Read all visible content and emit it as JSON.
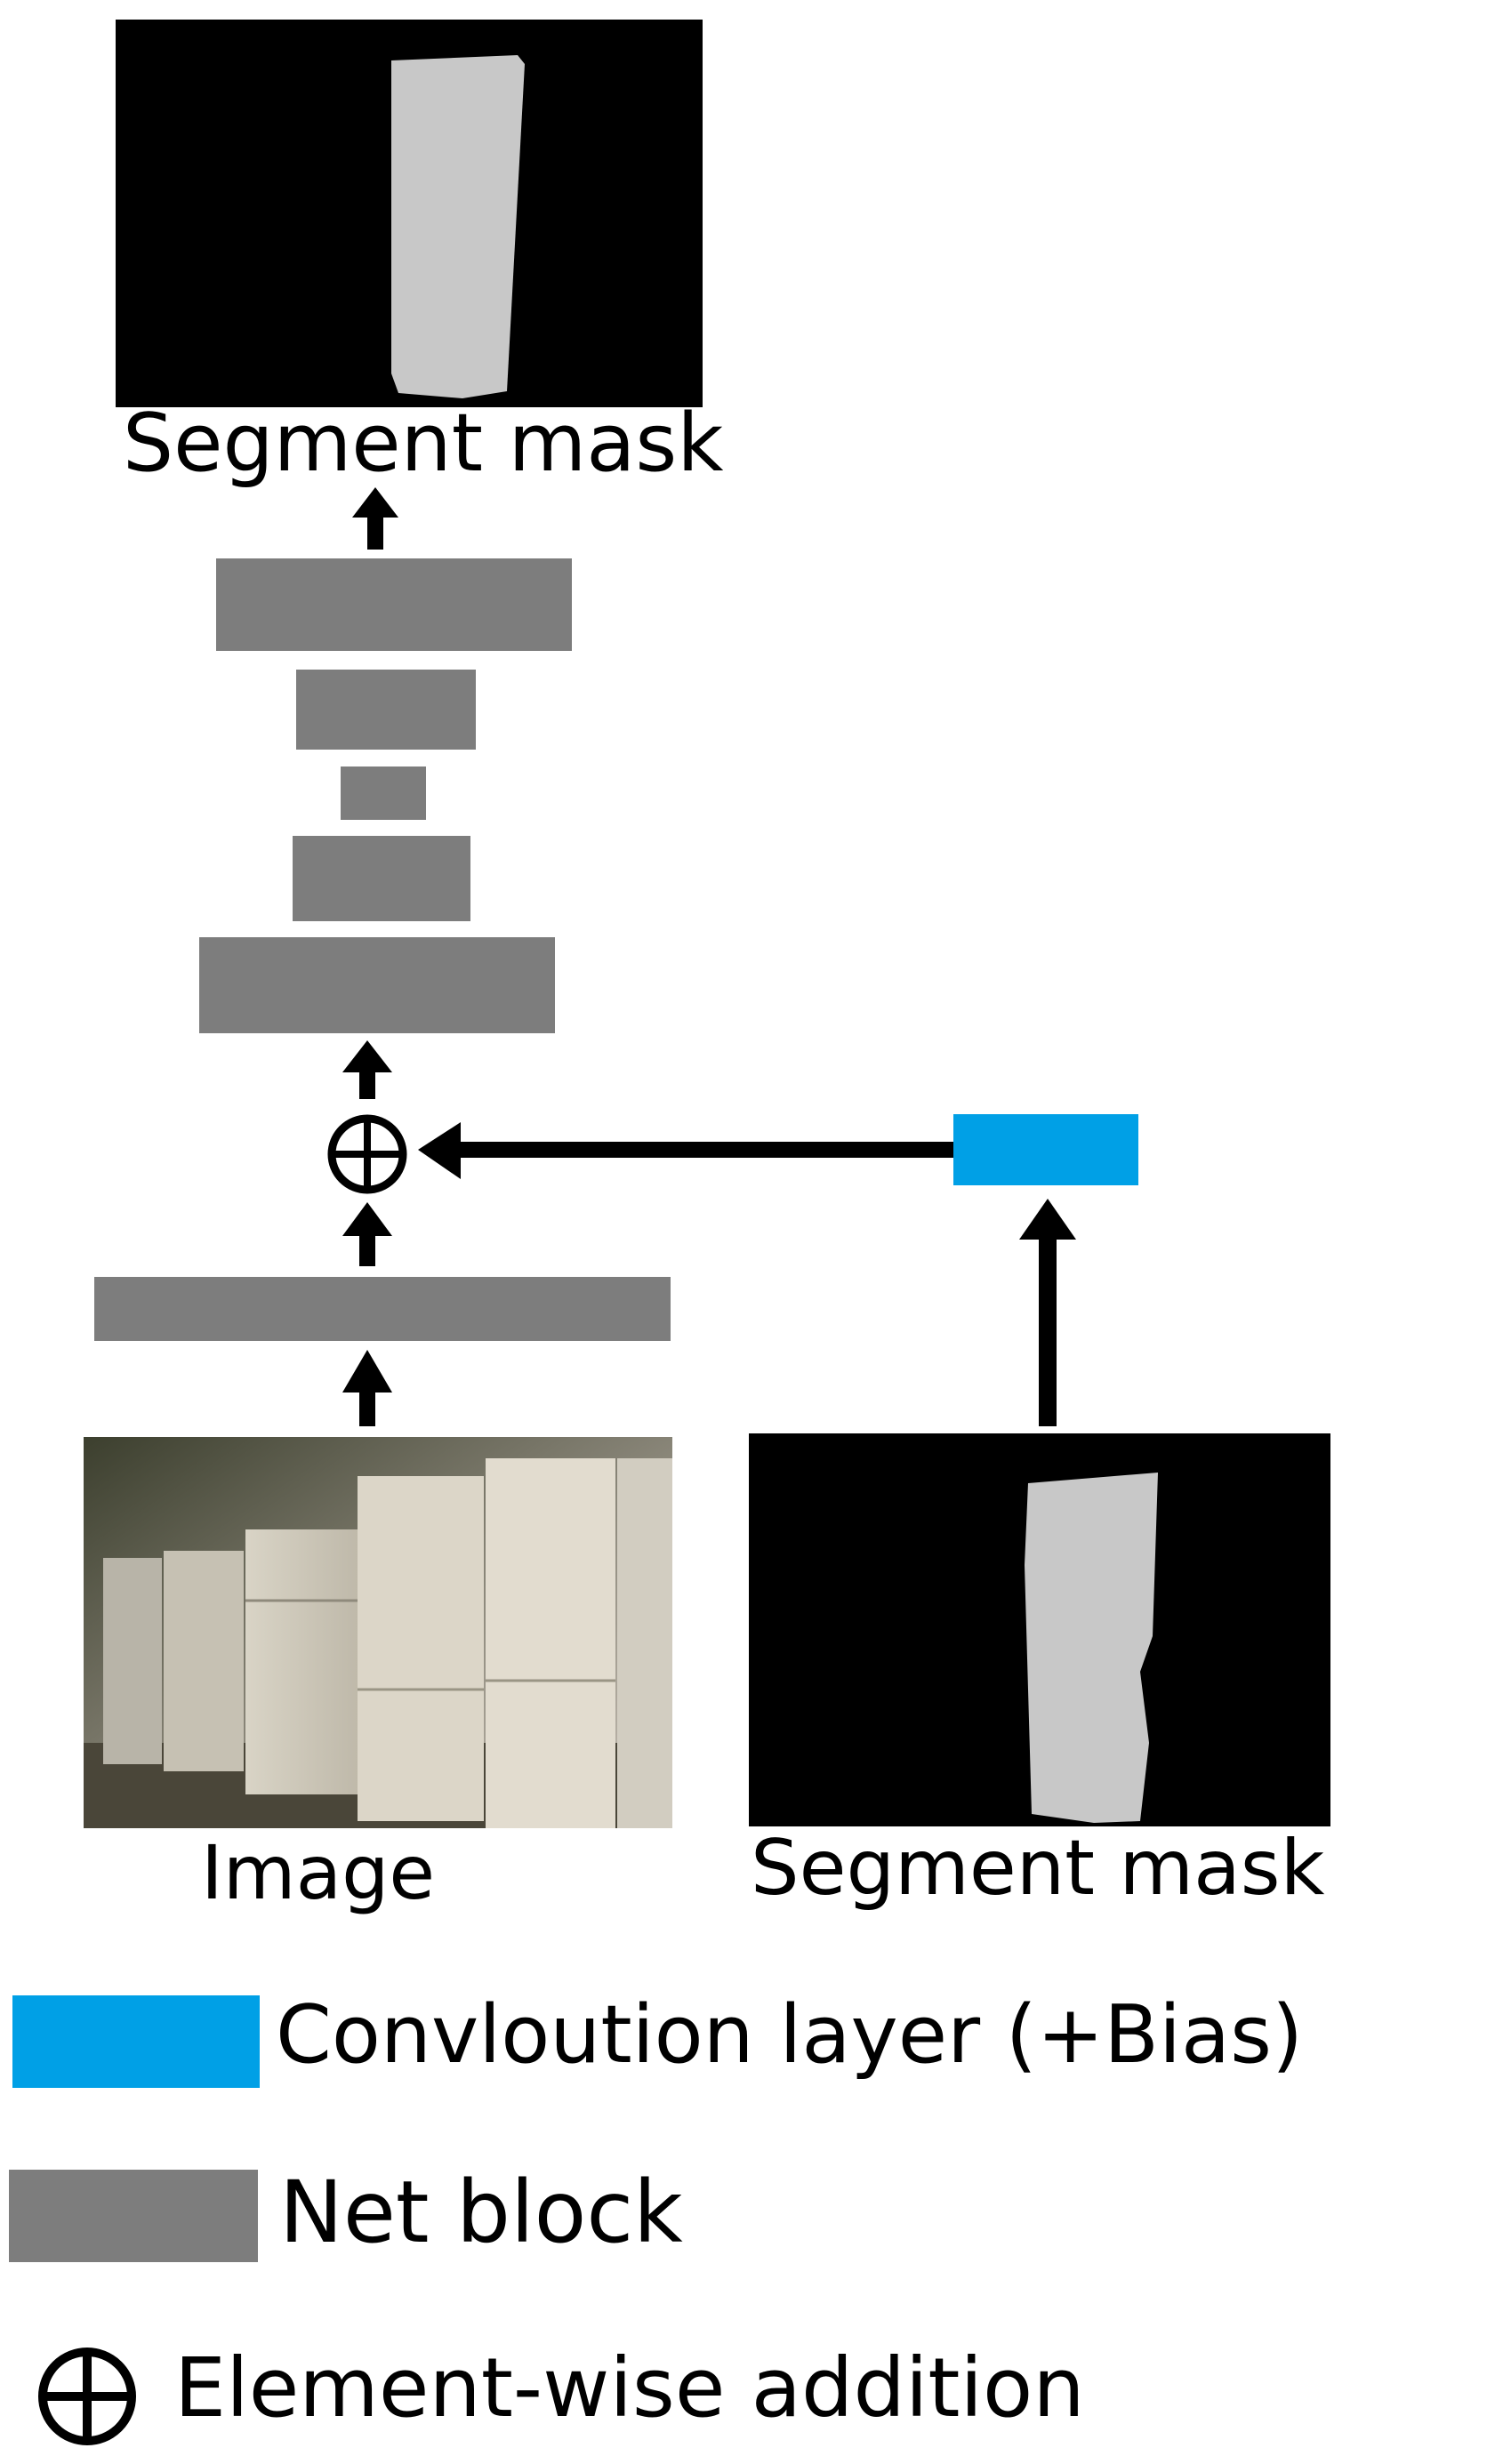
{
  "labels": {
    "top_mask": "Segment mask",
    "image": "Image",
    "bottom_mask": "Segment mask"
  },
  "legend": {
    "conv": "Convloution layer (+Bias)",
    "net_block": "Net block",
    "addition": "Element-wise addition"
  },
  "colors": {
    "conv_layer": "#00a0e6",
    "net_block": "#7d7d7d",
    "mask_fg": "#c8c8c8",
    "mask_bg": "#000000"
  }
}
